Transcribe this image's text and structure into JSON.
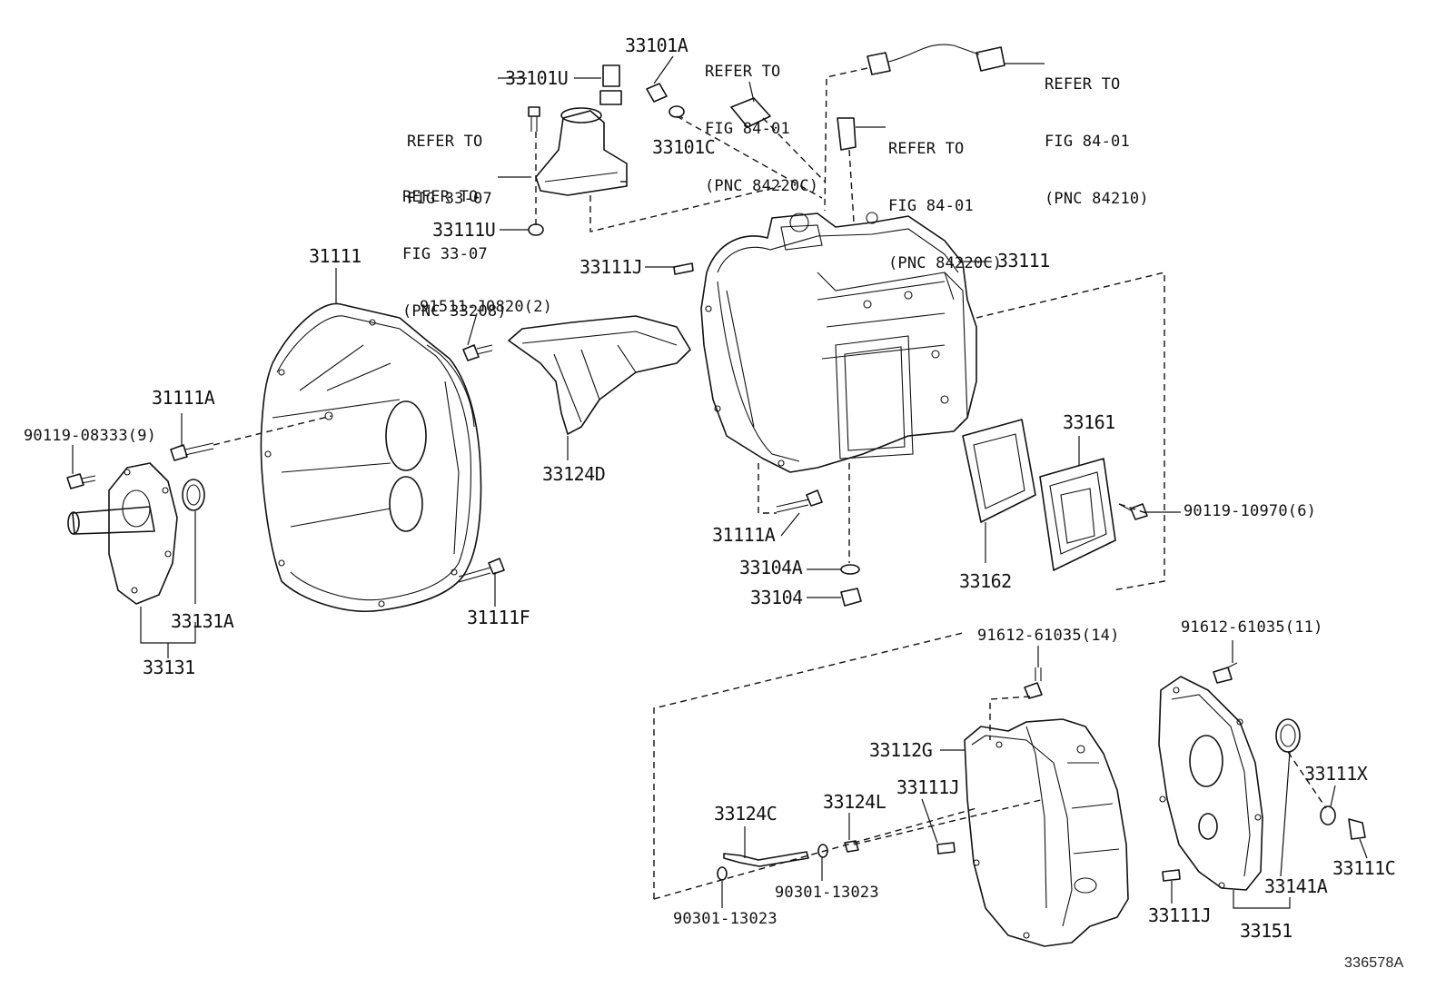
{
  "labels": {
    "p33101A": "33101A",
    "p33101U": "33101U",
    "p33101C": "33101C",
    "p33111U": "33111U",
    "p33111J_top": "33111J",
    "p33111_housing": "33111",
    "p31111": "31111",
    "p91511": "91511-J0820(2)",
    "p31111A_left": "31111A",
    "p90119_08333": "90119-08333(9)",
    "p33124D": "33124D",
    "p31111A_mid": "31111A",
    "p33104A": "33104A",
    "p33104": "33104",
    "p31111F": "31111F",
    "p33131A": "33131A",
    "p33131": "33131",
    "p33162": "33162",
    "p33161": "33161",
    "p90119_10970": "90119-10970(6)",
    "p91612_14": "91612-61035(14)",
    "p91612_11": "91612-61035(11)",
    "p33112G": "33112G",
    "p33111J_mid": "33111J",
    "p33124L": "33124L",
    "p33124C": "33124C",
    "p90301_a": "90301-13023",
    "p90301_b": "90301-13023",
    "p33111X": "33111X",
    "p33111C": "33111C",
    "p33141A": "33141A",
    "p33111J_bot": "33111J",
    "p33151": "33151"
  },
  "refs": {
    "ref_33_07_a": [
      "REFER TO",
      "FIG 33-07"
    ],
    "ref_33_07_b": [
      "REFER TO",
      "FIG 33-07",
      "(PNC 33208)"
    ],
    "ref_84_01_a": [
      "REFER TO",
      "FIG 84-01",
      "(PNC 84220C)"
    ],
    "ref_84_01_b": [
      "REFER TO",
      "FIG 84-01",
      "(PNC 84210)"
    ],
    "ref_84_01_c": [
      "REFER TO",
      "FIG 84-01",
      "(PNC 84220C)"
    ]
  },
  "figure_id": "336578A"
}
